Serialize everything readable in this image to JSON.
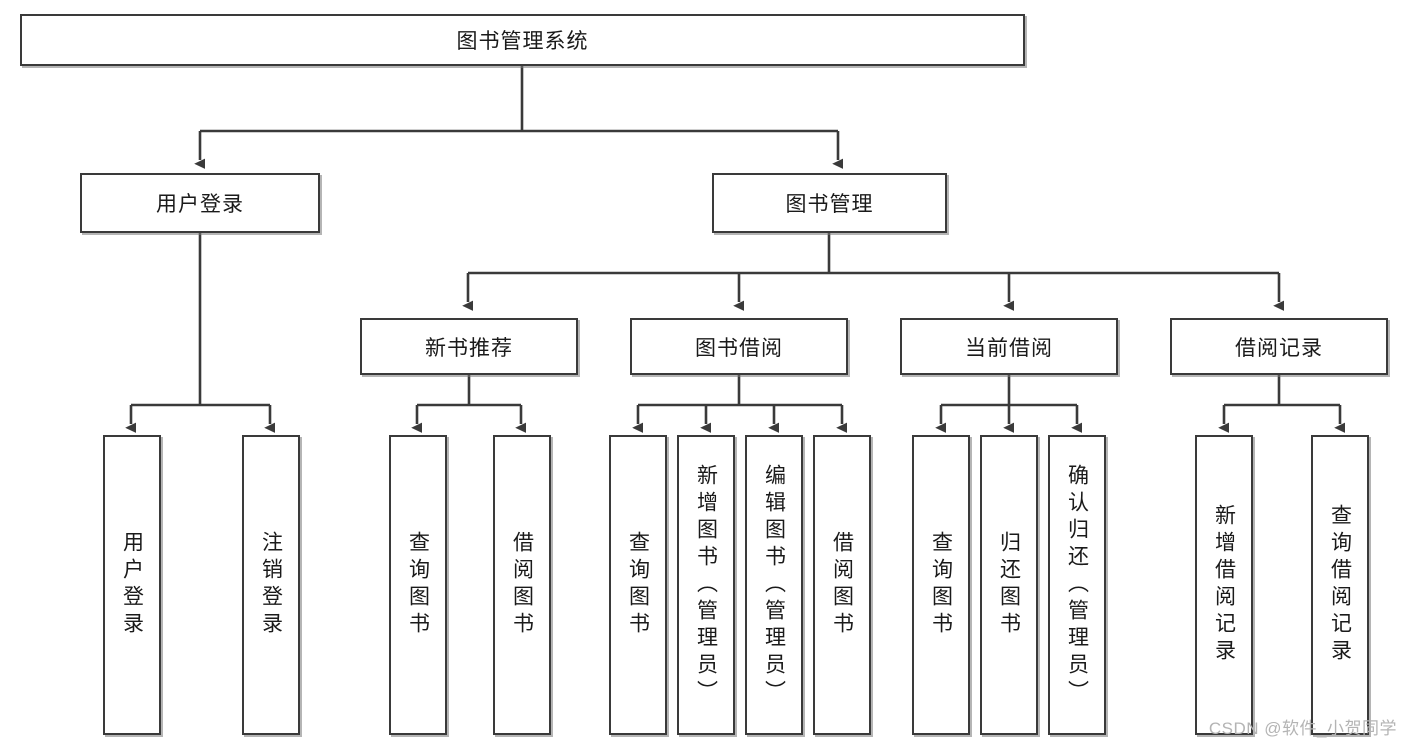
{
  "diagram": {
    "title": "图书管理系统",
    "type": "hierarchy-tree",
    "root": {
      "label": "图书管理系统"
    },
    "level2": [
      {
        "id": "user-login",
        "label": "用户登录"
      },
      {
        "id": "book-manage",
        "label": "图书管理"
      }
    ],
    "level3": [
      {
        "id": "new-book-recommend",
        "label": "新书推荐"
      },
      {
        "id": "book-borrow",
        "label": "图书借阅"
      },
      {
        "id": "current-borrow",
        "label": "当前借阅"
      },
      {
        "id": "borrow-record",
        "label": "借阅记录"
      }
    ],
    "leaves": {
      "user_login": [
        {
          "id": "leaf-user-login",
          "label": "用户登录"
        },
        {
          "id": "leaf-logout-login",
          "label": "注销登录"
        }
      ],
      "new_book_recommend": [
        {
          "id": "leaf-query-book-1",
          "label": "查询图书"
        },
        {
          "id": "leaf-borrow-book-1",
          "label": "借阅图书"
        }
      ],
      "book_borrow": [
        {
          "id": "leaf-query-book-2",
          "label": "查询图书"
        },
        {
          "id": "leaf-add-book",
          "label": "新增图书（管理员）"
        },
        {
          "id": "leaf-edit-book",
          "label": "编辑图书（管理员）"
        },
        {
          "id": "leaf-borrow-book-2",
          "label": "借阅图书"
        }
      ],
      "current_borrow": [
        {
          "id": "leaf-query-book-3",
          "label": "查询图书"
        },
        {
          "id": "leaf-return-book",
          "label": "归还图书"
        },
        {
          "id": "leaf-confirm-return",
          "label": "确认归还（管理员）"
        }
      ],
      "borrow_record": [
        {
          "id": "leaf-add-record",
          "label": "新增借阅记录"
        },
        {
          "id": "leaf-query-record",
          "label": "查询借阅记录"
        }
      ]
    },
    "colors": {
      "box_border": "#3a3a3a",
      "box_fill": "#ffffff",
      "connector": "#3a3a3a",
      "text": "#1a1a1a",
      "watermark": "#b4b4b4"
    }
  },
  "watermark": {
    "text": "CSDN @软件_小贺同学"
  }
}
